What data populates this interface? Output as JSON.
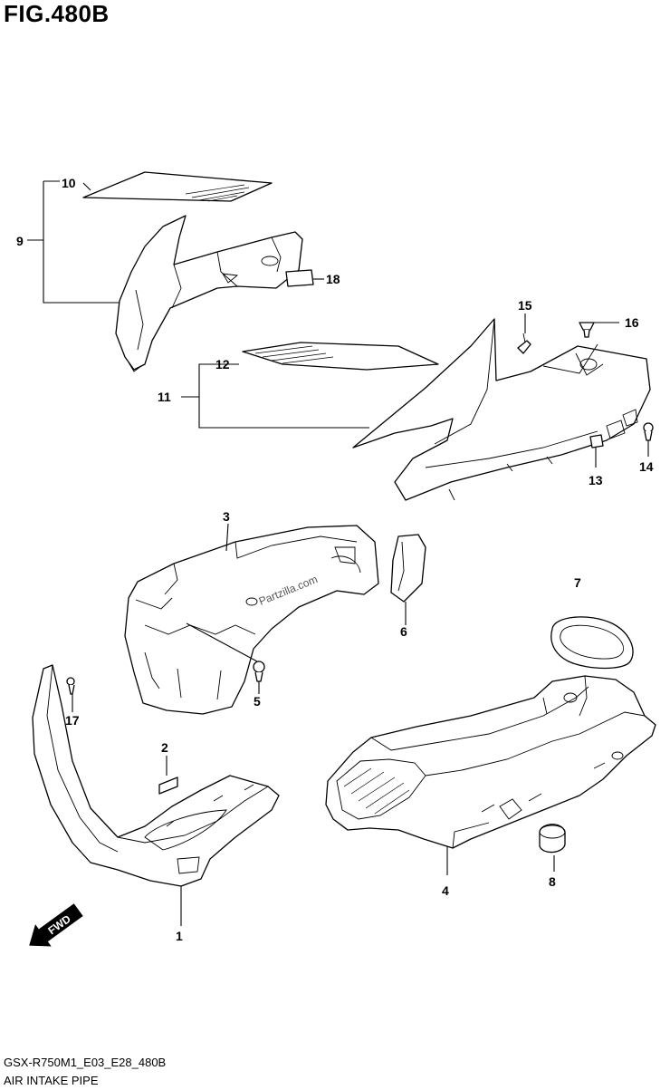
{
  "figure_title": "FIG.480B",
  "watermark": "Partzilla.com",
  "fwd_label": "FWD",
  "model_code": "GSX-R750M1_E03_E28_480B",
  "section_name": "AIR INTAKE PIPE",
  "callouts": {
    "c1": "1",
    "c2": "2",
    "c3": "3",
    "c4": "4",
    "c5": "5",
    "c6": "6",
    "c7": "7",
    "c8": "8",
    "c9": "9",
    "c10": "10",
    "c11": "11",
    "c12": "12",
    "c13": "13",
    "c14": "14",
    "c15": "15",
    "c16": "16",
    "c17": "17",
    "c18": "18"
  }
}
